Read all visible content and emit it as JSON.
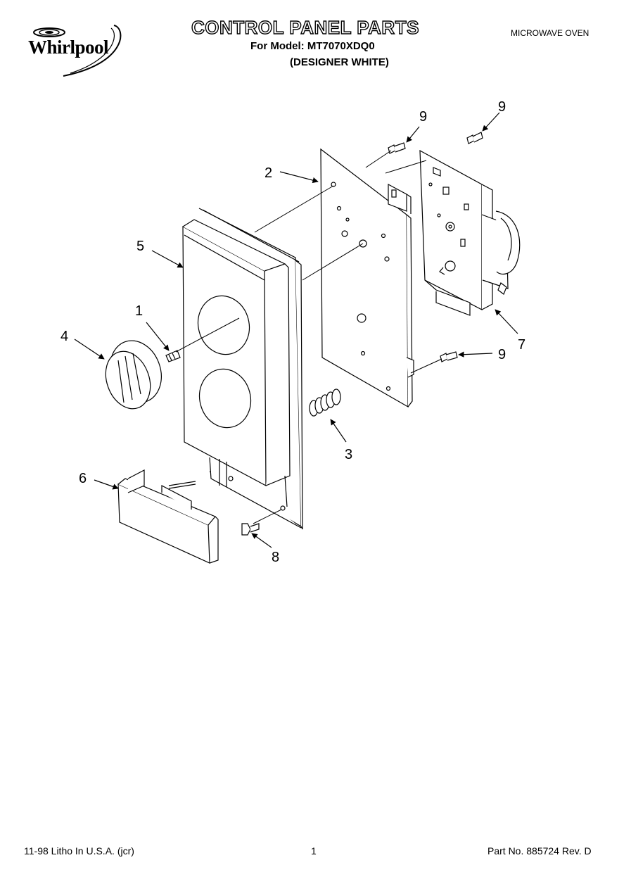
{
  "header": {
    "brand": "Whirlpool",
    "title": "CONTROL PANEL PARTS",
    "model_line": "For Model: MT7070XDQ0",
    "variant": "(DESIGNER WHITE)",
    "category": "MICROWAVE OVEN"
  },
  "callouts": {
    "c1": "1",
    "c2": "2",
    "c3": "3",
    "c4": "4",
    "c5": "5",
    "c6": "6",
    "c7": "7",
    "c8": "8",
    "c9a": "9",
    "c9b": "9",
    "c9c": "9"
  },
  "footer": {
    "litho": "11-98 Litho In U.S.A. (jcr)",
    "page": "1",
    "part_no": "Part No. 885724 Rev. D"
  }
}
